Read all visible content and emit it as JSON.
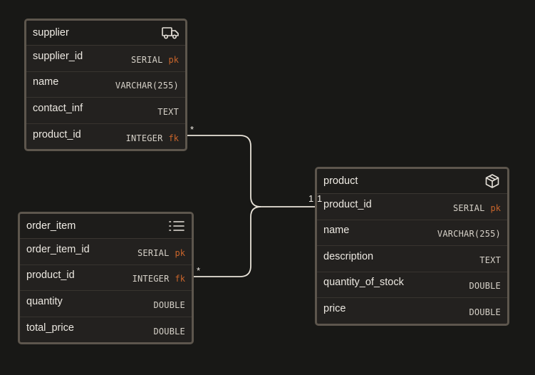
{
  "tables": {
    "supplier": {
      "title": "supplier",
      "icon": "truck-icon",
      "rows": [
        {
          "name": "supplier_id",
          "type": "SERIAL",
          "key": "pk"
        },
        {
          "name": "name",
          "type": "VARCHAR(255)",
          "key": ""
        },
        {
          "name": "contact_inf",
          "type": "TEXT",
          "key": ""
        },
        {
          "name": "product_id",
          "type": "INTEGER",
          "key": "fk"
        }
      ]
    },
    "order_item": {
      "title": "order_item",
      "icon": "list-icon",
      "rows": [
        {
          "name": "order_item_id",
          "type": "SERIAL",
          "key": "pk"
        },
        {
          "name": "product_id",
          "type": "INTEGER",
          "key": "fk"
        },
        {
          "name": "quantity",
          "type": "DOUBLE",
          "key": ""
        },
        {
          "name": "total_price",
          "type": "DOUBLE",
          "key": ""
        }
      ]
    },
    "product": {
      "title": "product",
      "icon": "box-icon",
      "rows": [
        {
          "name": "product_id",
          "type": "SERIAL",
          "key": "pk"
        },
        {
          "name": "name",
          "type": "VARCHAR(255)",
          "key": ""
        },
        {
          "name": "description",
          "type": "TEXT",
          "key": ""
        },
        {
          "name": "quantity_of_stock",
          "type": "DOUBLE",
          "key": ""
        },
        {
          "name": "price",
          "type": "DOUBLE",
          "key": ""
        }
      ]
    }
  },
  "relations": {
    "supplier_many": "*",
    "order_item_many": "*",
    "product_one_a": "1",
    "product_one_b": "1"
  },
  "colors": {
    "background": "#181816",
    "key_accent": "#c9652b",
    "connector": "#e8e2d8"
  }
}
